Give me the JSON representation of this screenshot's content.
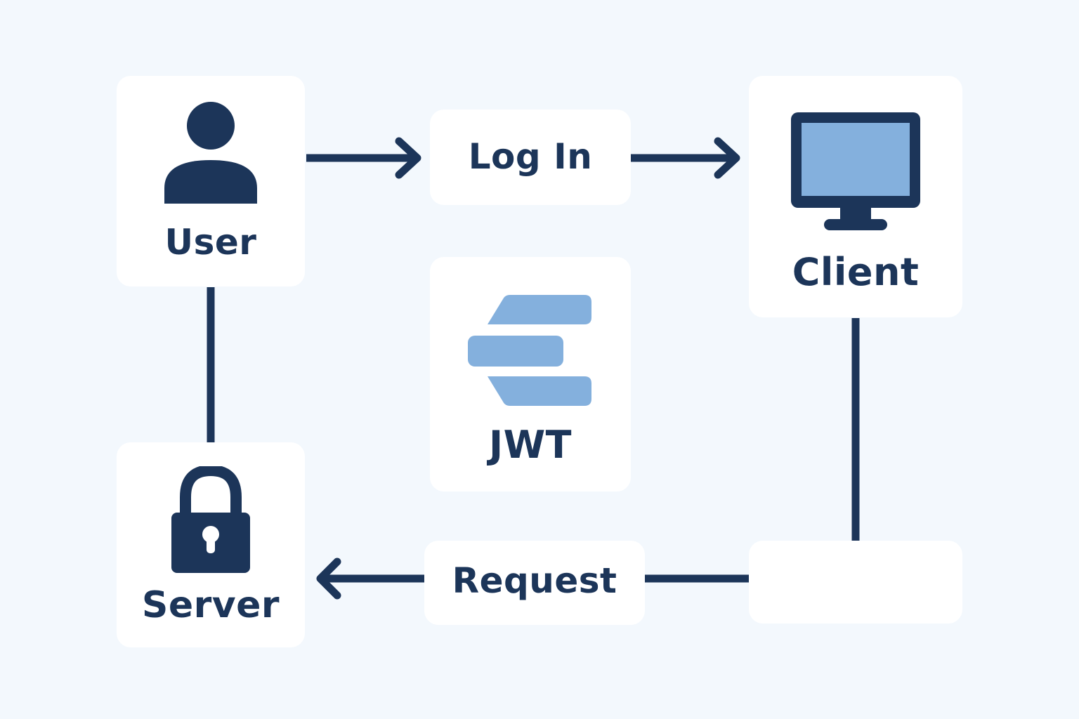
{
  "colors": {
    "background": "#f3f8fd",
    "card": "#ffffff",
    "dark": "#1c3559",
    "accent": "#84b0dd"
  },
  "nodes": {
    "user": {
      "label": "User",
      "icon": "user-icon"
    },
    "login": {
      "label": "Log In"
    },
    "client": {
      "label": "Client",
      "icon": "monitor-icon"
    },
    "jwt": {
      "label": "JWT",
      "icon": "jwt-icon"
    },
    "server": {
      "label": "Server",
      "icon": "lock-icon"
    },
    "request": {
      "label": "Request"
    },
    "blank": {
      "label": ""
    }
  },
  "edges": [
    {
      "from": "user",
      "to": "login",
      "arrow": true
    },
    {
      "from": "login",
      "to": "client",
      "arrow": true
    },
    {
      "from": "client",
      "to": "blank",
      "arrow": false
    },
    {
      "from": "blank",
      "to": "request",
      "arrow": false
    },
    {
      "from": "request",
      "to": "server",
      "arrow": true
    },
    {
      "from": "user",
      "to": "server",
      "arrow": false
    }
  ]
}
